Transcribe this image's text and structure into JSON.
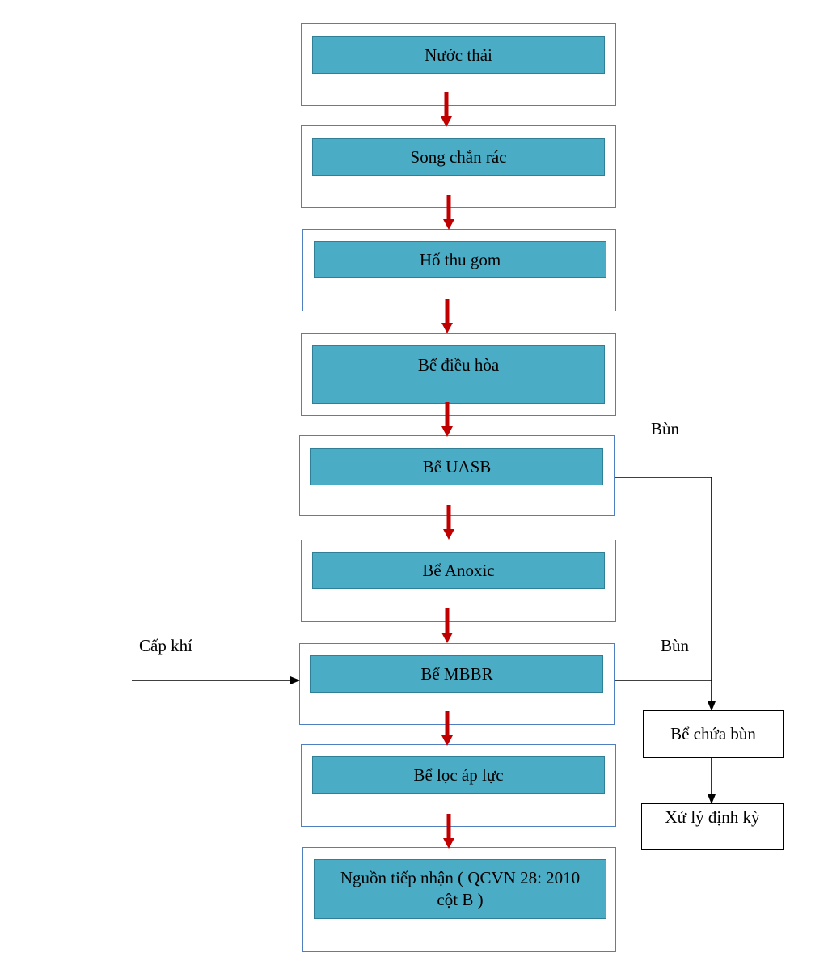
{
  "steps": [
    {
      "label": "Nước thải"
    },
    {
      "label": "Song chắn rác"
    },
    {
      "label": "Hố thu gom"
    },
    {
      "label": "Bể điều hòa"
    },
    {
      "label": "Bể UASB"
    },
    {
      "label": "Bể Anoxic"
    },
    {
      "label": "Bể MBBR"
    },
    {
      "label": "Bể lọc áp lực"
    },
    {
      "label": "Nguồn tiếp nhận ( QCVN 28: 2010 cột B )"
    }
  ],
  "sludge_label_1": "Bùn",
  "sludge_label_2": "Bùn",
  "air_label": "Cấp khí",
  "sludge_tank": "Bể chứa bùn",
  "periodic_treatment": "Xử lý định kỳ",
  "colors": {
    "fill": "#4bacc6",
    "outer_border": "#4f7fbf",
    "arrow": "#c00000"
  }
}
